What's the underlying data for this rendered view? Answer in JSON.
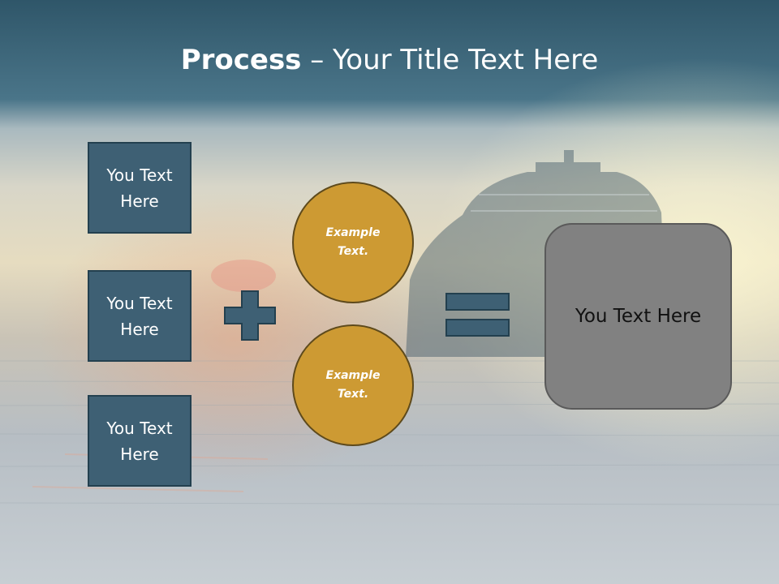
{
  "title": {
    "bold": "Process",
    "rest": " – Your Title Text Here"
  },
  "left_boxes": [
    "You Text Here",
    "You Text Here",
    "You Text Here"
  ],
  "operators": {
    "plus_icon": "plus-icon",
    "equals_icon": "equals-icon"
  },
  "circles": [
    "Example Text.",
    "Example Text."
  ],
  "result": "You Text Here",
  "colors": {
    "header": "#3c6579",
    "box_fill": "#3e6074",
    "circle_fill": "#cd9a33",
    "result_fill": "#818181"
  }
}
